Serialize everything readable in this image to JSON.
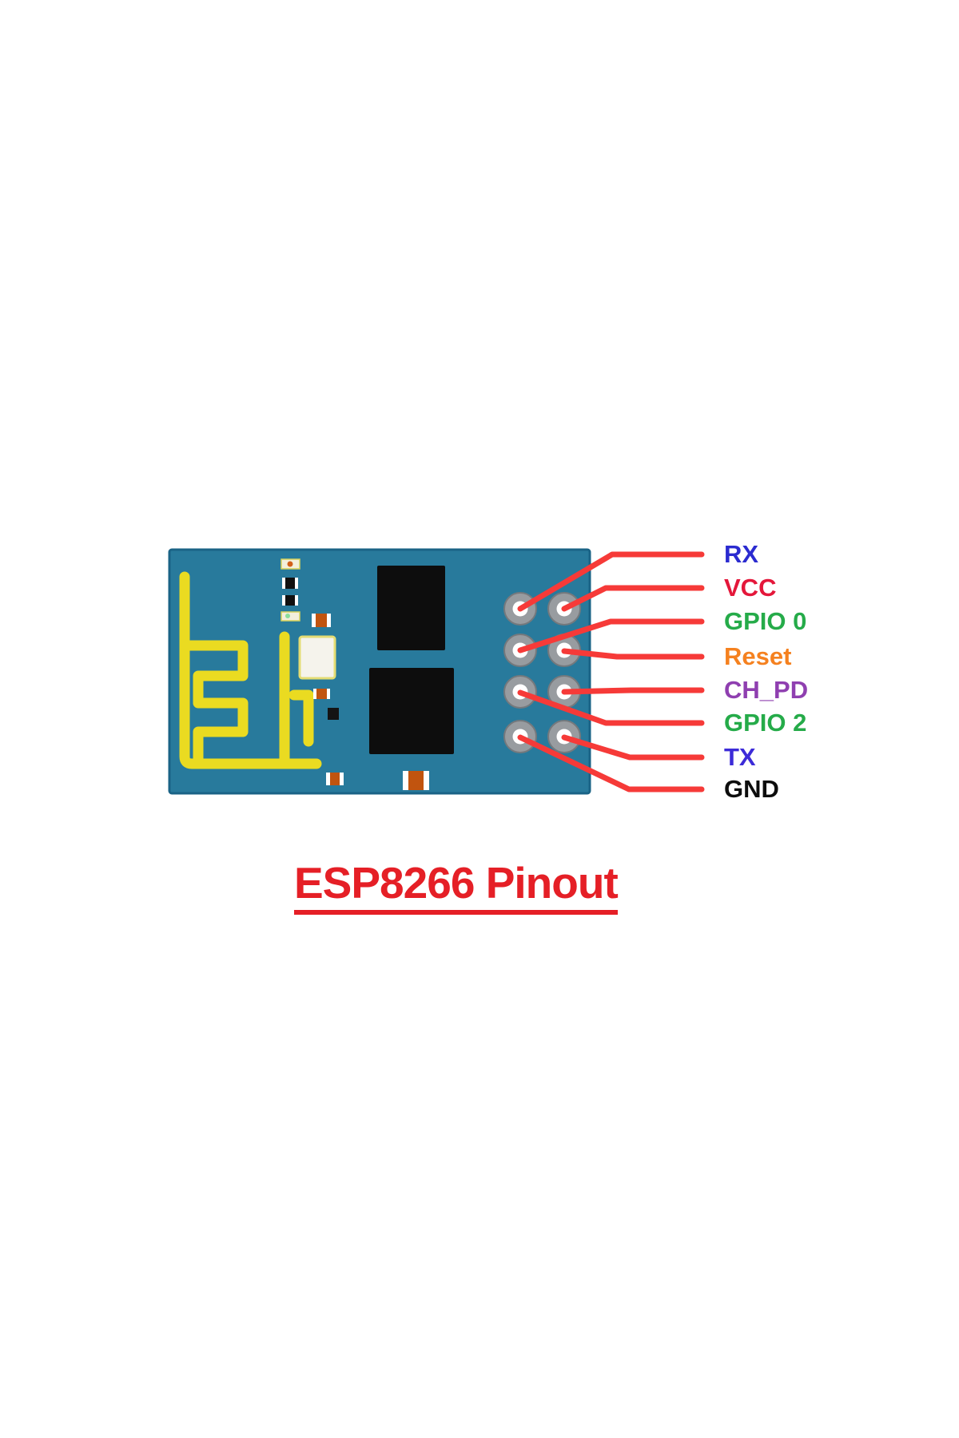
{
  "title": {
    "text": "ESP8266 Pinout",
    "color": "#e51f26"
  },
  "module": {
    "name": "ESP8266 ESP-01 module",
    "board_color": "#287a9c",
    "board_border_color": "#1a6386",
    "antenna_color": "#eadb21",
    "callout_color": "#f63a38",
    "pin_ring_color": "#989ca0",
    "pin_hole_color": "#ffffff",
    "ic_color": "#0d0d0d"
  },
  "pins": [
    {
      "label": "RX",
      "color": "#2b2bd0"
    },
    {
      "label": "VCC",
      "color": "#e4173a"
    },
    {
      "label": "GPIO 0",
      "color": "#25ab49"
    },
    {
      "label": "Reset",
      "color": "#f5811f"
    },
    {
      "label": "CH_PD",
      "color": "#8f3fb0"
    },
    {
      "label": "GPIO 2",
      "color": "#25ab49"
    },
    {
      "label": "TX",
      "color": "#3c2bd8"
    },
    {
      "label": "GND",
      "color": "#0d0d0d"
    }
  ]
}
